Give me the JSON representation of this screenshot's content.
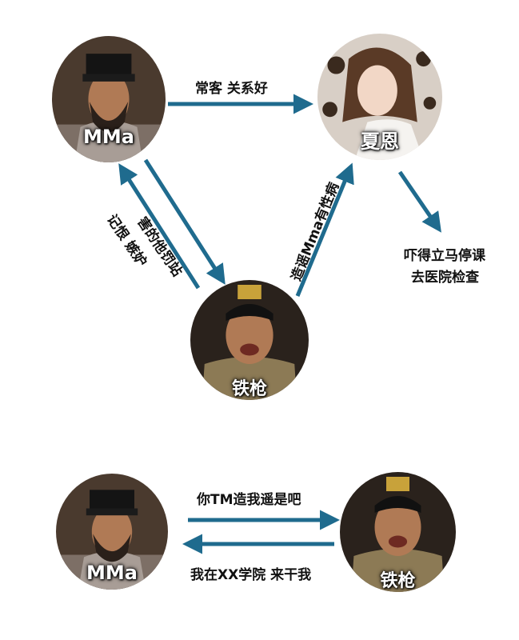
{
  "colors": {
    "arrow": "#1f6b8e"
  },
  "top_diagram": {
    "nodes": {
      "mma": {
        "name": "MMa"
      },
      "xiaen": {
        "name": "夏恩"
      },
      "tieqiang": {
        "name": "铁枪"
      }
    },
    "edges": {
      "mma_to_xiaen": "常客 关系好",
      "mma_to_tieqiang": "害的他罚站",
      "tieqiang_to_mma": "记恨   嫉妒",
      "tieqiang_to_xiaen": "造谣Mma有性病",
      "xiaen_outcome": [
        "吓得立马停课",
        "去医院检查"
      ]
    }
  },
  "bottom_diagram": {
    "nodes": {
      "mma": {
        "name": "MMa"
      },
      "tieqiang": {
        "name": "铁枪"
      }
    },
    "edges": {
      "mma_to_tieqiang": "你TM造我遥是吧",
      "tieqiang_to_mma": "我在XX学院 来干我"
    }
  }
}
